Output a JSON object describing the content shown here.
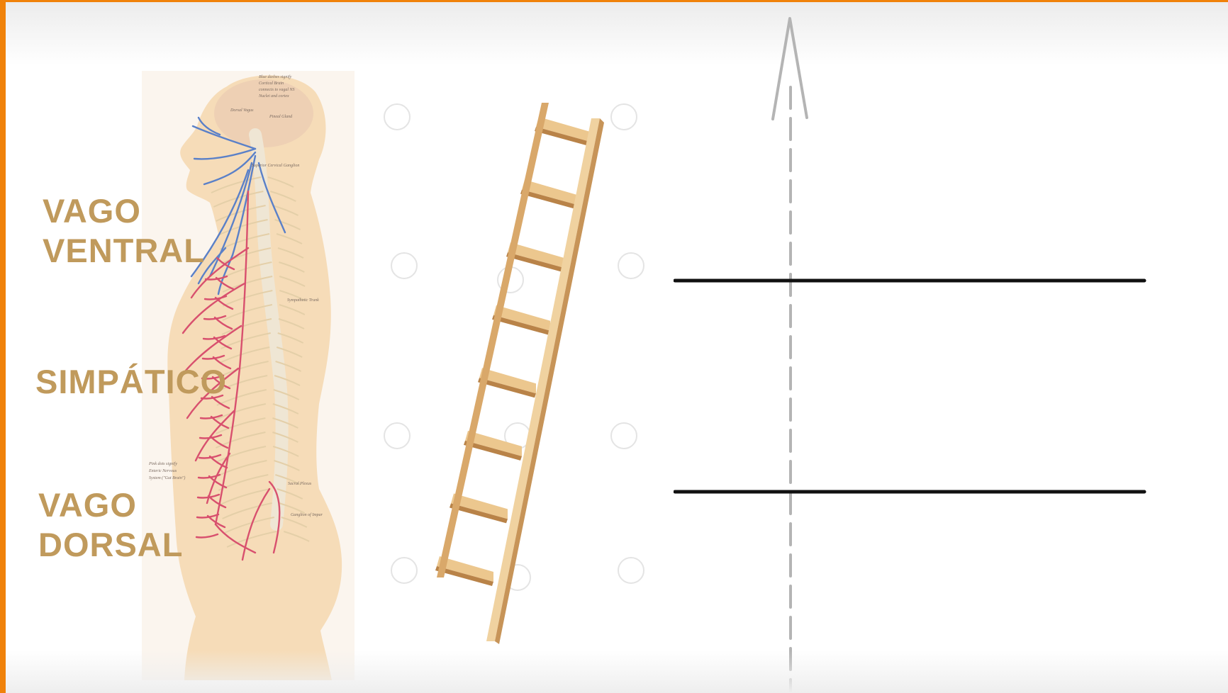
{
  "colors": {
    "accent_orange": "#f0820a",
    "label_tan": "#c09a5c",
    "skin": "#f6dcb8",
    "nerve_blue": "#5a80c8",
    "nerve_red": "#d8506e",
    "spine": "#efe6d4",
    "ladder_wood": "#ecc78e",
    "line_black": "#111111",
    "arrow_gray": "#b4b4b4"
  },
  "labels": {
    "vago_ventral": [
      "VAGO",
      "VENTRAL"
    ],
    "simpatico": "SIMPÁTICO",
    "vago_dorsal": [
      "VAGO",
      "DORSAL"
    ]
  },
  "icons": {
    "body": "human-nervous-system-illustration",
    "ladder": "ladder-illustration",
    "arrow": "dashed-up-arrow"
  }
}
